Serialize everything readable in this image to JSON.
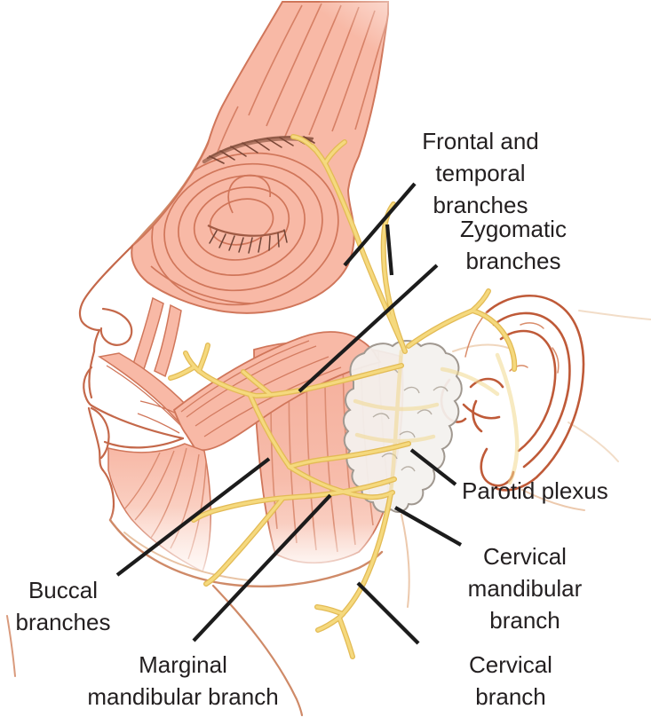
{
  "figure": {
    "labels": {
      "frontal_temporal": {
        "text": "Frontal and temporal\nbranches"
      },
      "zygomatic": {
        "text": "Zygomatic\nbranches"
      },
      "parotid": {
        "text": "Parotid plexus"
      },
      "cervical_mandibular": {
        "text": "Cervical\nmandibular branch"
      },
      "cervical": {
        "text": "Cervical branch"
      },
      "buccal": {
        "text": "Buccal\nbranches"
      },
      "marginal_mandibular": {
        "text": "Marginal\nmandibular branch"
      }
    },
    "colors": {
      "muscle_fill": "#f8b9a6",
      "muscle_stroke": "#d0765a",
      "skin_line": "#cf8a68",
      "nerve_yellow": "#f5d97e",
      "nerve_edge": "#e3bb55",
      "parotid_fill": "#f3f1ee",
      "parotid_stroke": "#a09890",
      "ear_stroke": "#bf5a38",
      "leader_line": "#1c1c1c",
      "label_text": "#231f20"
    }
  }
}
